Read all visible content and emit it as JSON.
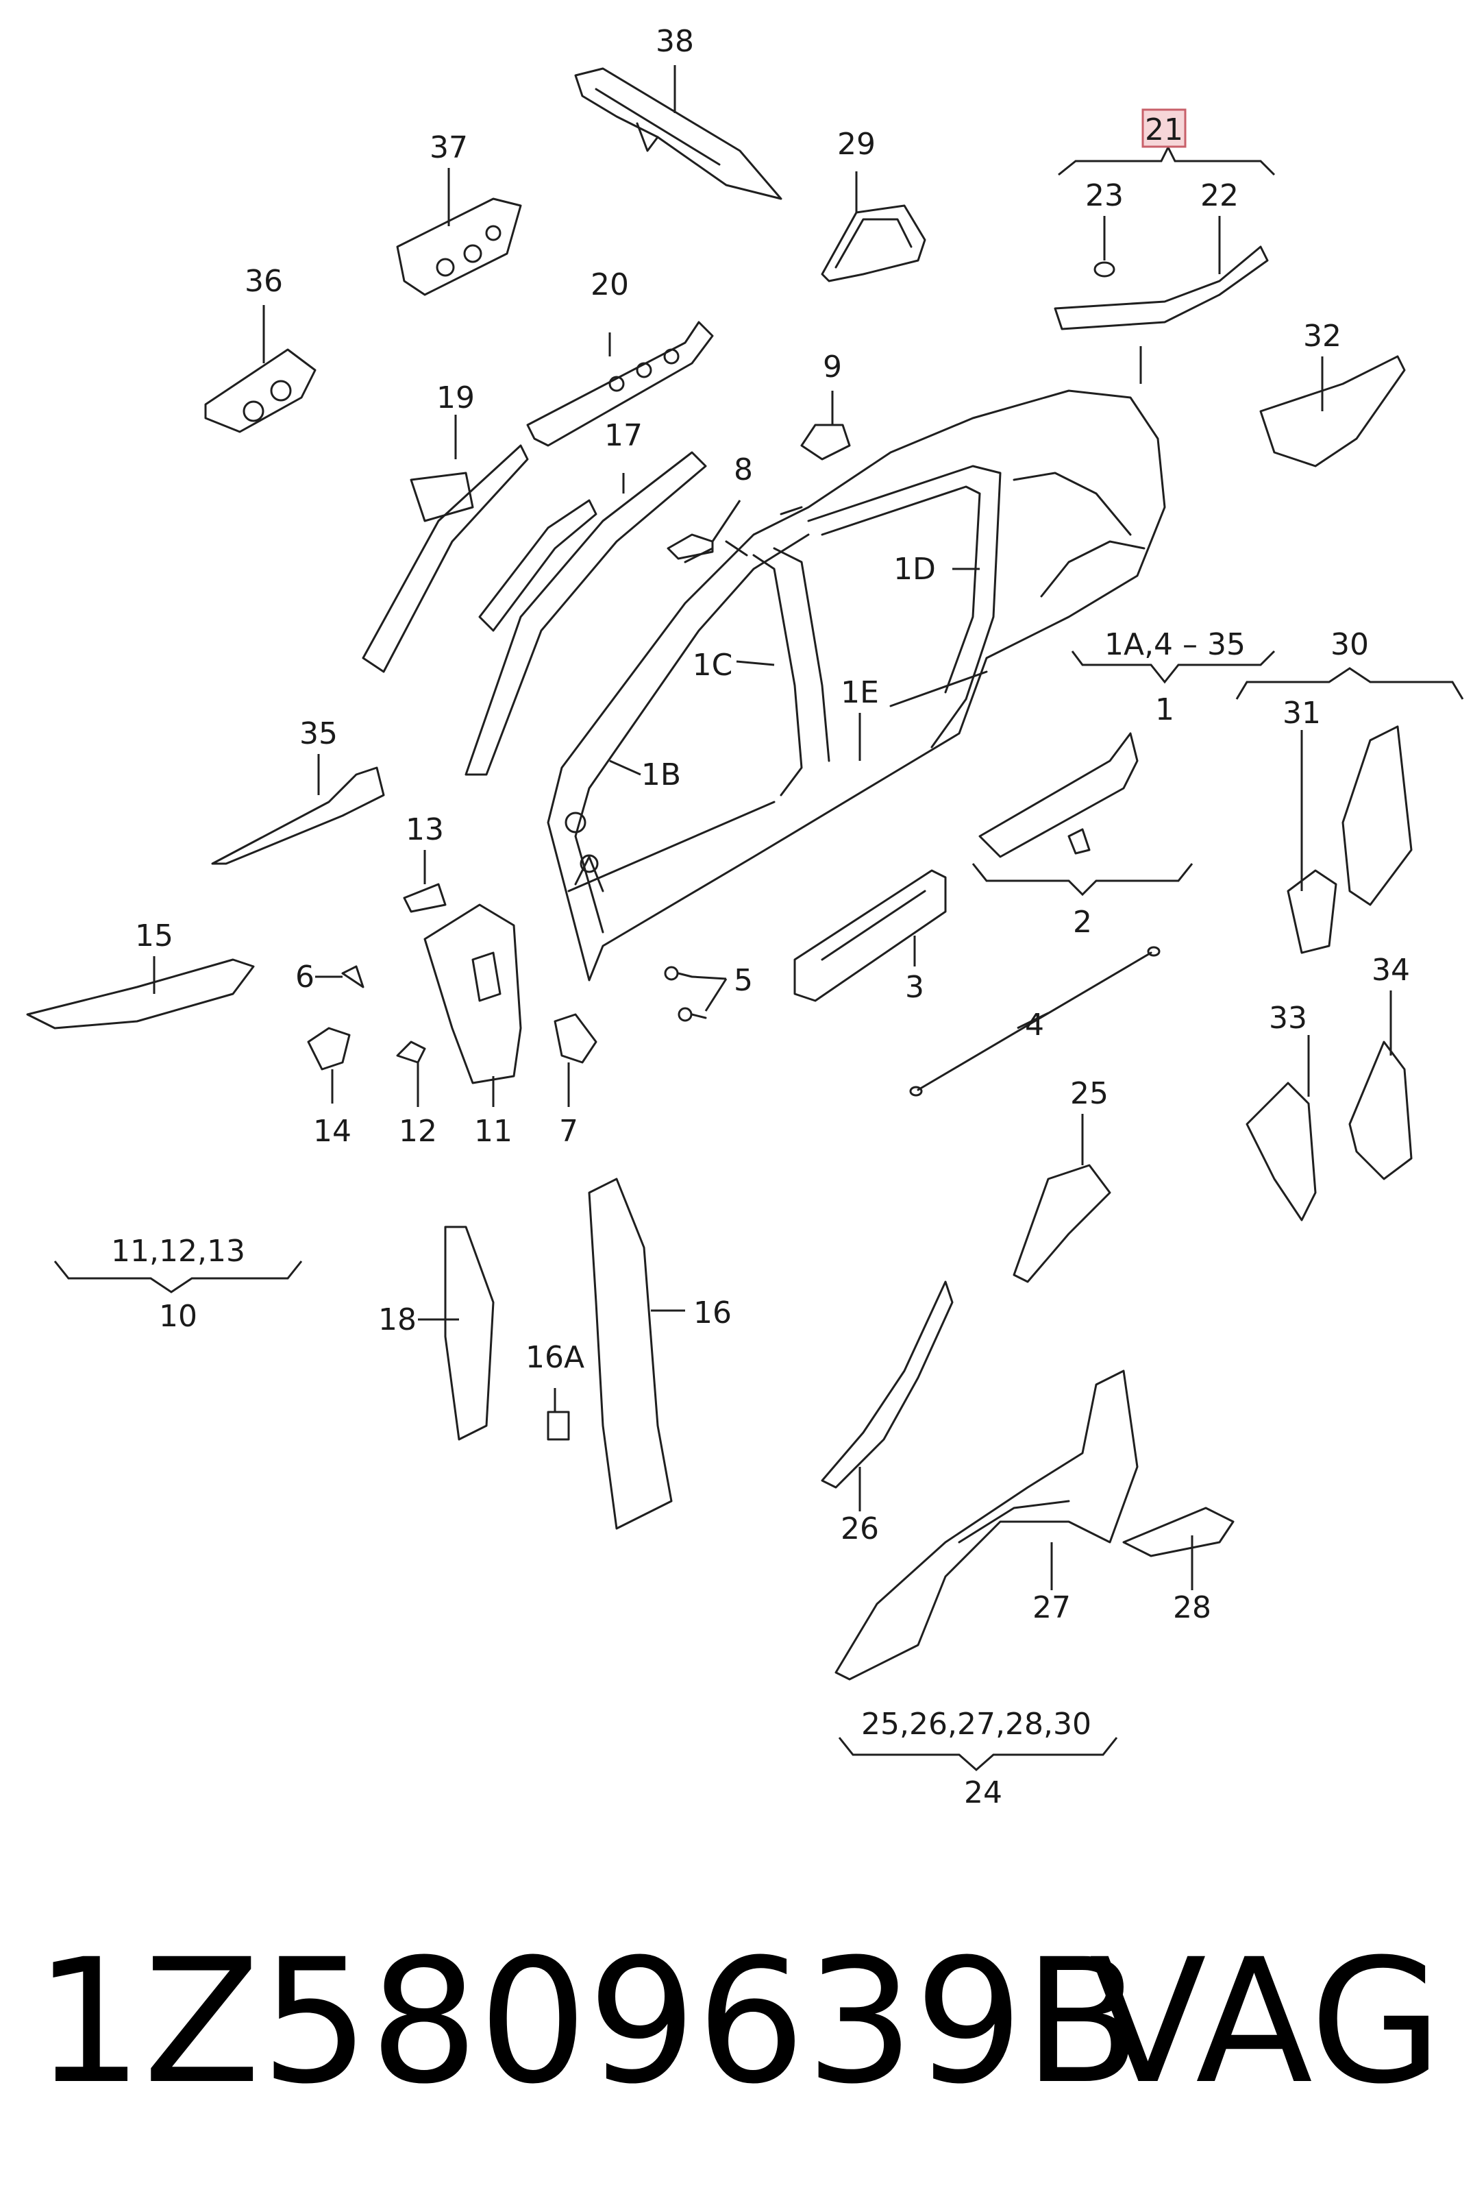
{
  "callouts": {
    "c1": "1",
    "c1A": "1A,4 – 35",
    "c1B": "1B",
    "c1C": "1C",
    "c1D": "1D",
    "c1E": "1E",
    "c2": "2",
    "c3": "3",
    "c4": "4",
    "c5": "5",
    "c6": "6",
    "c7": "7",
    "c8": "8",
    "c9": "9",
    "c10": "10",
    "c10sub": "11,12,13",
    "c11": "11",
    "c12": "12",
    "c13": "13",
    "c14": "14",
    "c15": "15",
    "c16": "16",
    "c16A": "16A",
    "c17": "17",
    "c18": "18",
    "c19": "19",
    "c20": "20",
    "c21": "21",
    "c22": "22",
    "c23": "23",
    "c24": "24",
    "c24sub": "25,26,27,28,30",
    "c25": "25",
    "c26": "26",
    "c27": "27",
    "c28": "28",
    "c29": "29",
    "c30": "30",
    "c31": "31",
    "c32": "32",
    "c33": "33",
    "c34": "34",
    "c35": "35",
    "c36": "36",
    "c37": "37",
    "c38": "38"
  },
  "footer": {
    "part_number": "1Z5809639B",
    "brand": "VAG"
  },
  "colors": {
    "highlight_fill": "#f6d6d8",
    "highlight_stroke": "#c8606a",
    "line": "#1f1f1f"
  }
}
